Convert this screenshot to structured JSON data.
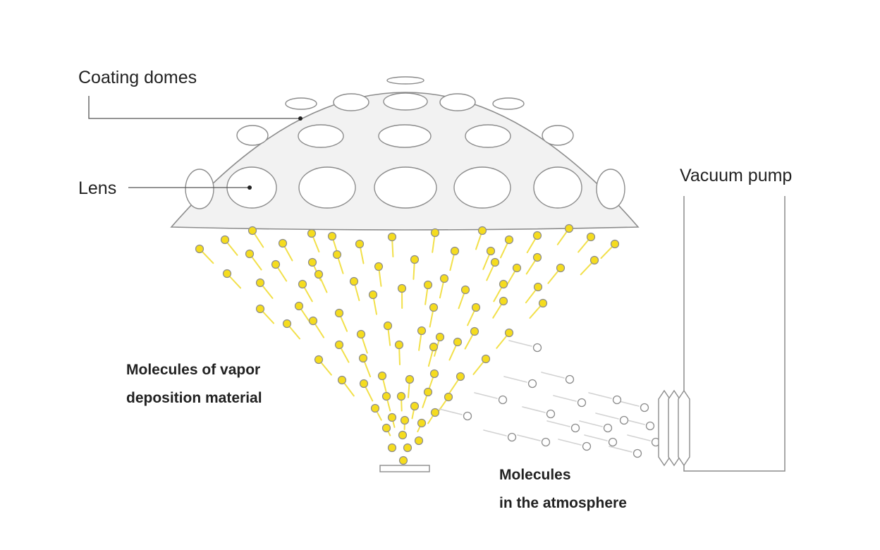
{
  "labels": {
    "coating_domes": "Coating domes",
    "lens": "Lens",
    "vacuum_pump": "Vacuum pump",
    "vapor_line1": "Molecules of vapor",
    "vapor_line2": "deposition material",
    "atmos_line1": "Molecules",
    "atmos_line2": "in the atmosphere"
  },
  "colors": {
    "vapor_molecule": "#f5dc1e",
    "vapor_trail": "#f2e04a",
    "atmosphere_molecule": "#ffffff",
    "outline": "#8c8c8c",
    "dome_fill": "#f2f2f2",
    "text": "#222222"
  }
}
